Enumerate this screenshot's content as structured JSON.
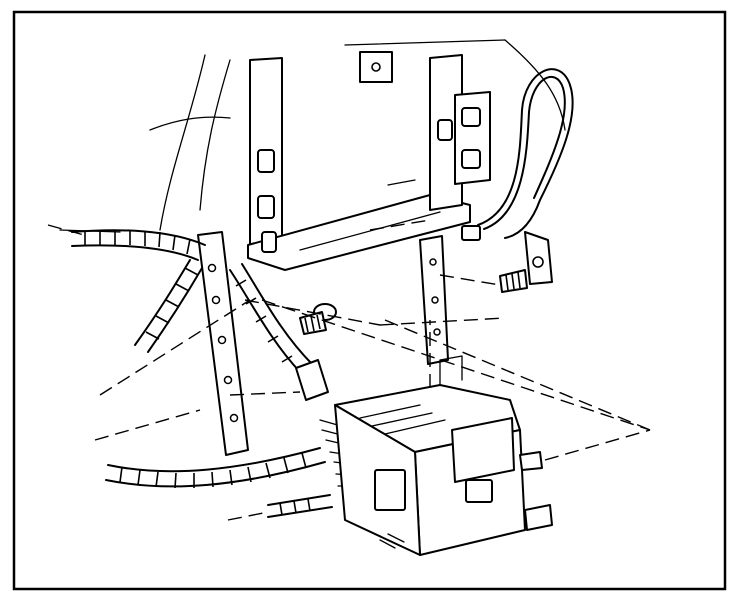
{
  "figure": {
    "kind": "exploded installation line drawing",
    "border_color": "#000000",
    "ink_color": "#000000",
    "paper_color": "#ffffff"
  },
  "parts": [
    {
      "id": "bracket",
      "icon": "mounting-bracket"
    },
    {
      "id": "ground-strap",
      "icon": "ground-wire"
    },
    {
      "id": "harness",
      "icon": "wiring-harness"
    },
    {
      "id": "bolt",
      "icon": "bolt"
    },
    {
      "id": "ground-screw",
      "icon": "screw"
    },
    {
      "id": "module",
      "icon": "electrical-module"
    }
  ]
}
